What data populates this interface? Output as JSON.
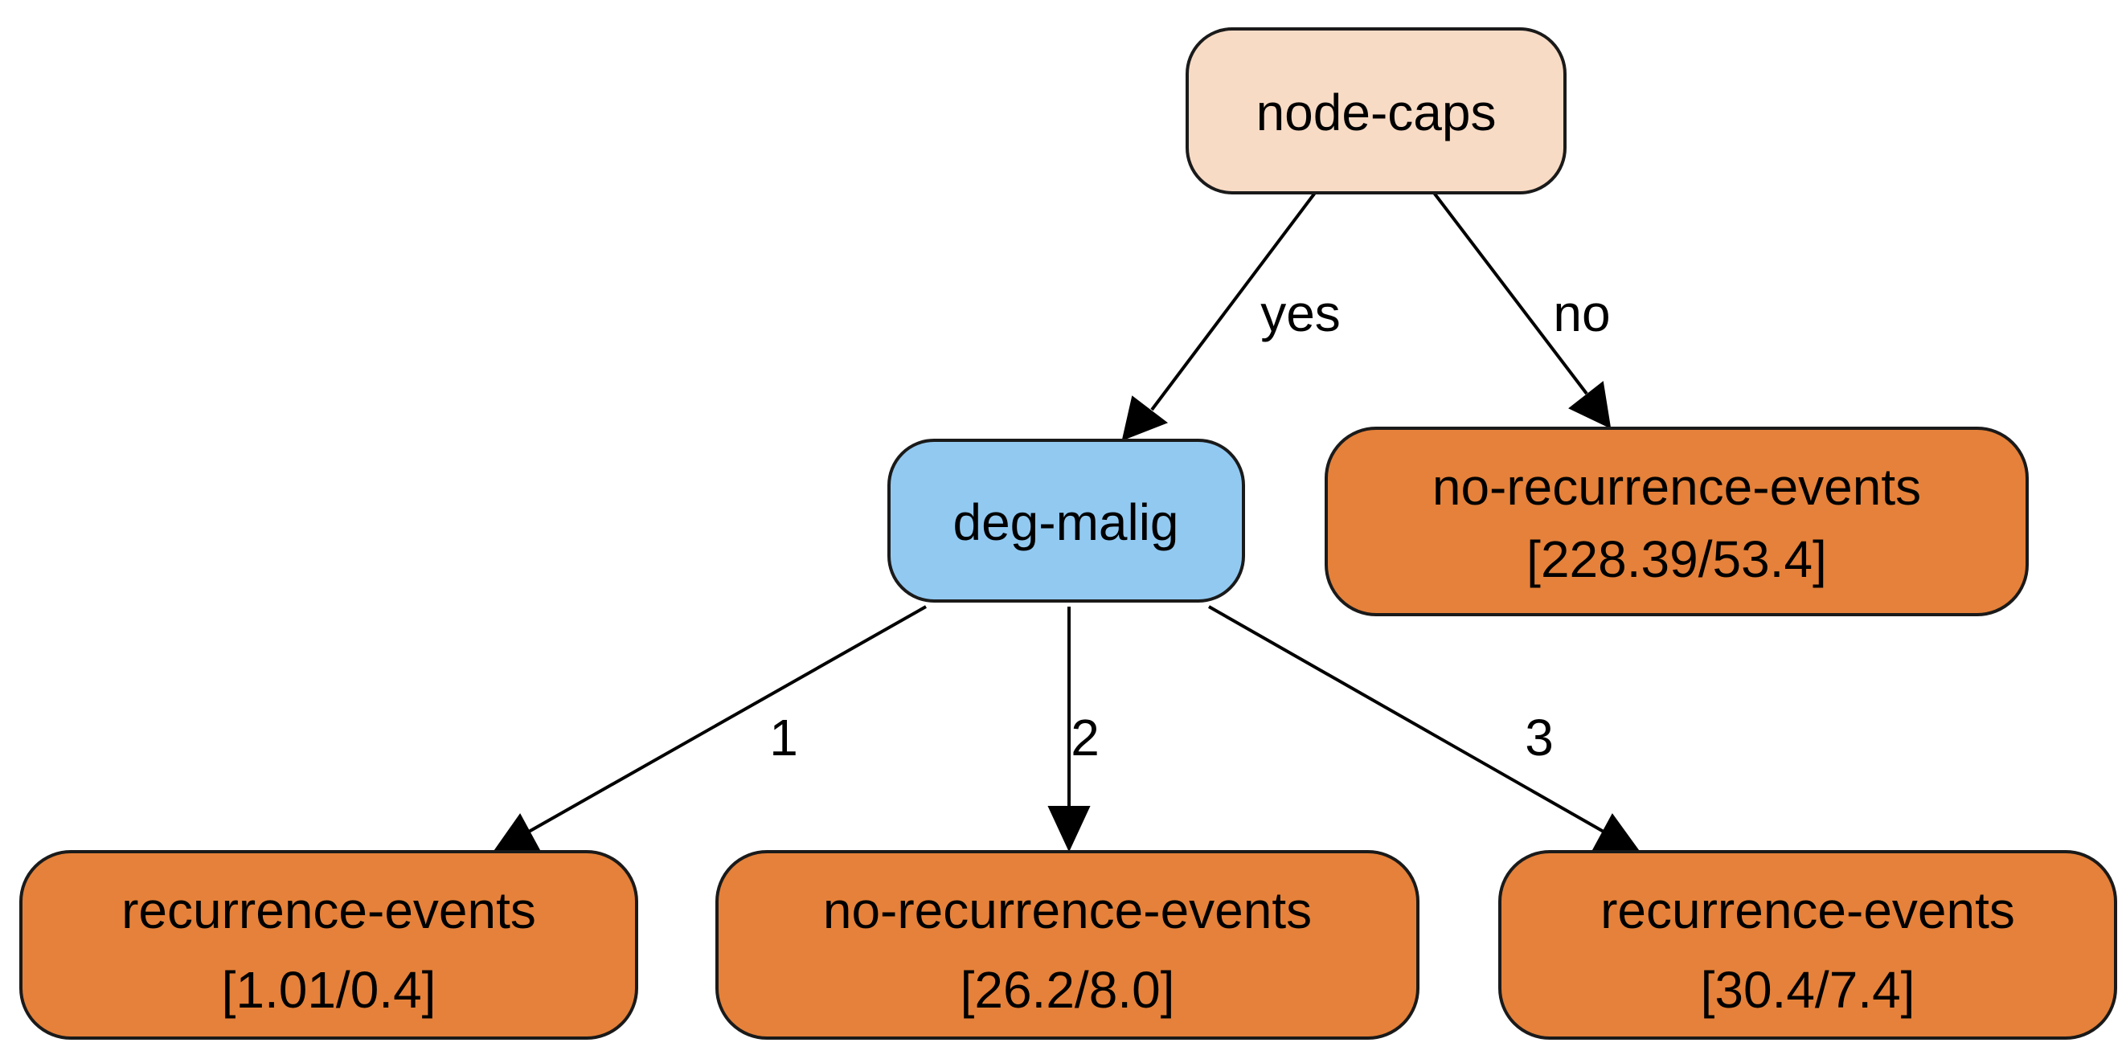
{
  "colors": {
    "root_fill": "#f8dbc5",
    "split_fill": "#92c9f1",
    "leaf_fill": "#e5813a",
    "outline": "#1a1a1a"
  },
  "nodes": {
    "root": {
      "label": "node-caps"
    },
    "deg_malig": {
      "label": "deg-malig"
    },
    "leaf_no": {
      "class": "no-recurrence-events",
      "stats": "[228.39/53.4]"
    },
    "leaf_1": {
      "class": "recurrence-events",
      "stats": "[1.01/0.4]"
    },
    "leaf_2": {
      "class": "no-recurrence-events",
      "stats": "[26.2/8.0]"
    },
    "leaf_3": {
      "class": "recurrence-events",
      "stats": "[30.4/7.4]"
    }
  },
  "edges": {
    "yes": "yes",
    "no": "no",
    "one": "1",
    "two": "2",
    "three": "3"
  }
}
